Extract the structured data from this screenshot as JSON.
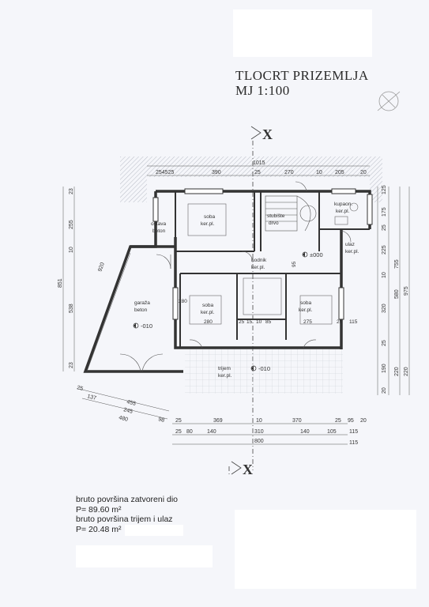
{
  "header": {
    "title_line1": "TLOCRT PRIZEMLJA",
    "title_line2": "MJ 1:100"
  },
  "section_marker": "X",
  "rooms": {
    "soba_top": [
      "soba",
      "ker.pl."
    ],
    "ostava": [
      "ostava",
      "beton"
    ],
    "stubiste": [
      "stubište",
      "drvo"
    ],
    "kupaonica": [
      "kupaon.",
      "ker.pl."
    ],
    "ulaz": [
      "ulaz",
      "ker.pl."
    ],
    "hodnik": [
      "hodnik",
      "ker.pl."
    ],
    "garaza": [
      "garaža",
      "beton"
    ],
    "soba_left": [
      "soba",
      "ker.pl.",
      "280"
    ],
    "soba_right": [
      "soba",
      "ker.pl.",
      "275"
    ],
    "trijem": [
      "trijem",
      "ker.pl."
    ]
  },
  "levels": {
    "main": "±000",
    "garage": "-010",
    "porch": "-010"
  },
  "dimensions": {
    "top_total": "1015",
    "top_row": [
      "254525",
      "390",
      "25",
      "270",
      "10",
      "205",
      "20"
    ],
    "left_row": [
      "23",
      "255",
      "10",
      "538",
      "23"
    ],
    "left_total": "851",
    "diagonal": "920",
    "right_inner": [
      "125",
      "175",
      "25",
      "225",
      "10",
      "320",
      "25",
      "190",
      "20"
    ],
    "right_mid": [
      "755",
      "580",
      "220"
    ],
    "right_outer": [
      "975",
      "220"
    ],
    "interior": [
      "280",
      "95",
      "25",
      "15",
      "10",
      "85",
      "115",
      "25"
    ],
    "lower_left": [
      "25",
      "137",
      "455",
      "245",
      "480",
      "98"
    ],
    "bottom_row1": [
      "25",
      "369",
      "10",
      "370",
      "25",
      "95",
      "20"
    ],
    "bottom_row2": [
      "25",
      "80",
      "140",
      "310",
      "140",
      "105",
      "115"
    ],
    "bottom_total": "800",
    "bottom_right": "115"
  },
  "notes": {
    "line1": "bruto površina zatvoreni dio",
    "line2": "P= 89.60 m²",
    "line3": "bruto površina trijem i ulaz",
    "line4": "P= 20.48 m²"
  }
}
